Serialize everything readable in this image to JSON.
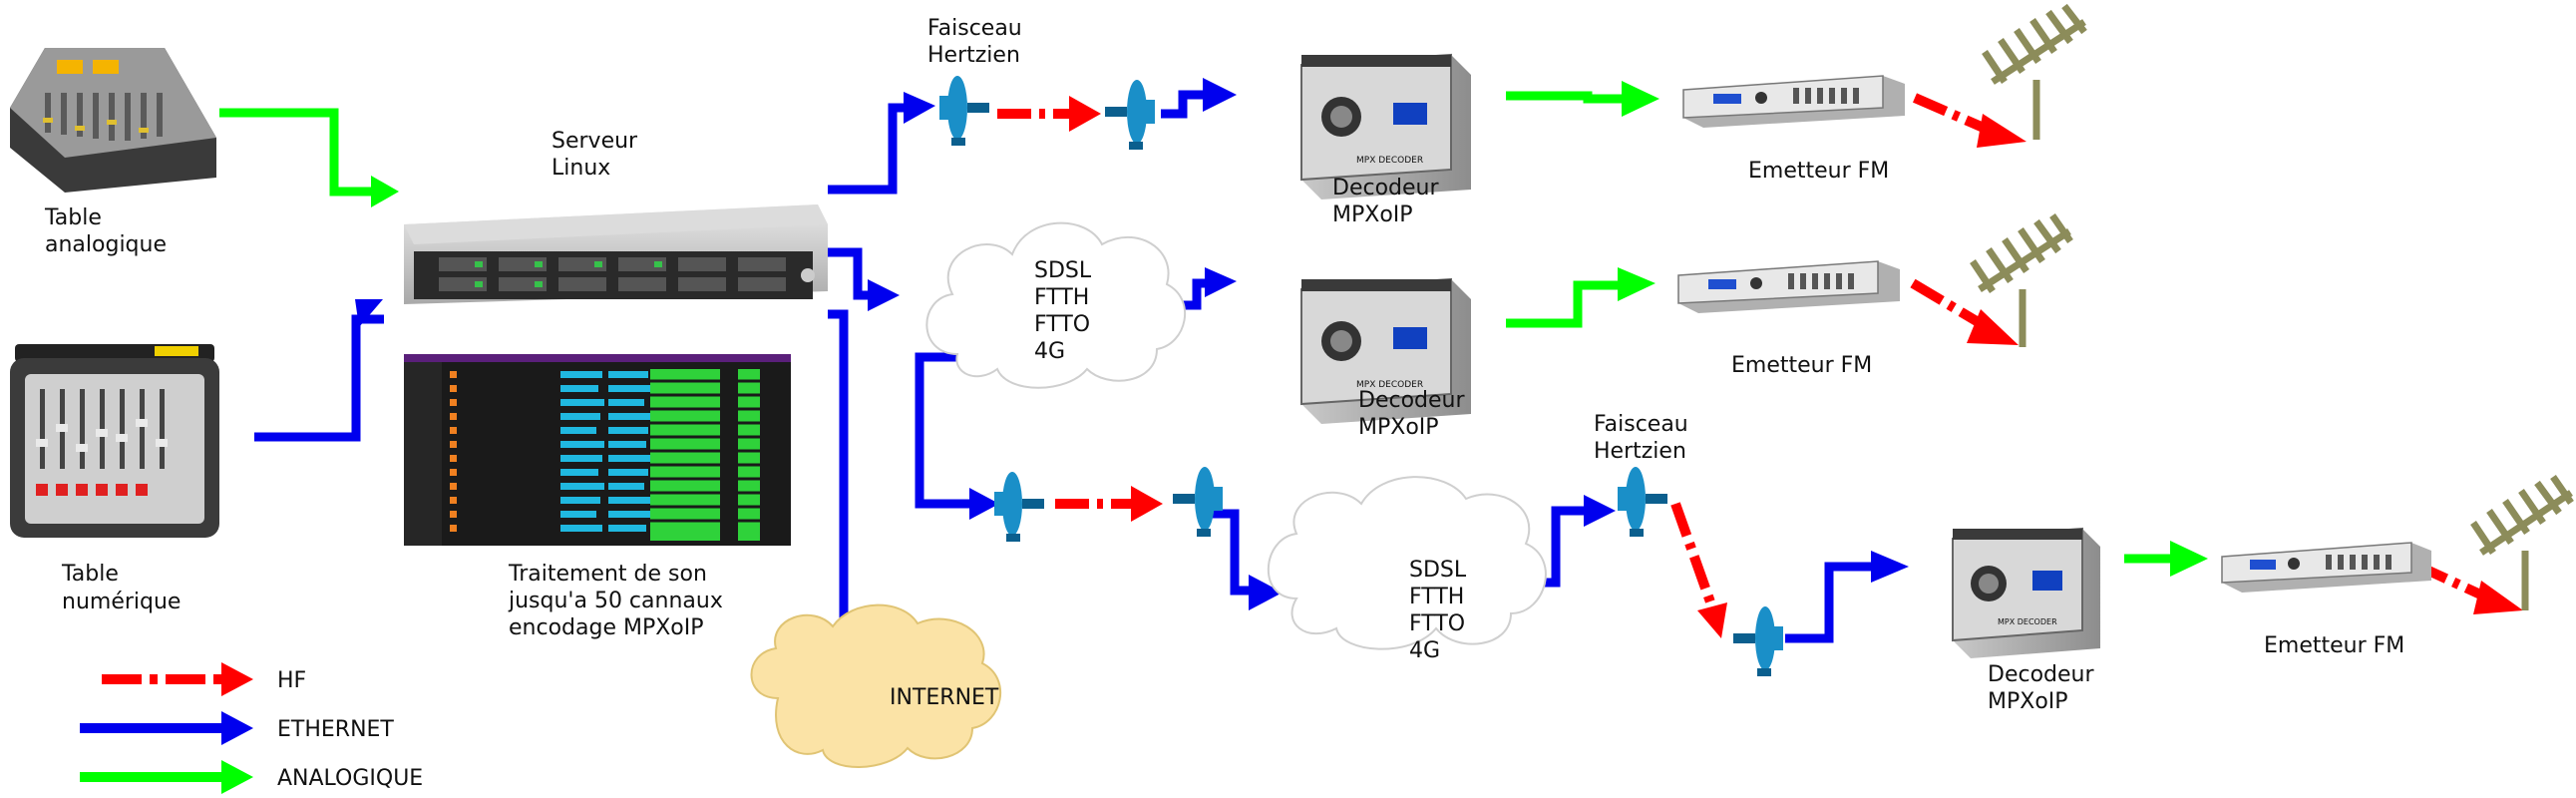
{
  "colors": {
    "hf": "#ff0000",
    "ethernet": "#0000ee",
    "analog": "#00ff00",
    "dish": "#1a8fc8",
    "dish_dark": "#0b5f8e",
    "cloud_internet_fill": "#fbe3a6",
    "cloud_internet_stroke": "#e0c474",
    "cloud_stroke": "#cfcfcf",
    "antenna": "#8c8c5a"
  },
  "labels": {
    "table_analog": [
      "Table",
      "analogique"
    ],
    "table_digital": [
      "Table",
      "numérique"
    ],
    "server": [
      "Serveur",
      "Linux"
    ],
    "processing": [
      "Traitement de son",
      "jusqu'a 50 cannaux",
      "encodage MPXoIP"
    ],
    "link_top": [
      "Faisceau",
      "Hertzien"
    ],
    "link_bottom": [
      "Faisceau",
      "Hertzien"
    ],
    "sdsl_top": [
      "SDSL",
      "FTTH",
      "FTTO",
      "4G"
    ],
    "sdsl_bottom": [
      "SDSL",
      "FTTH",
      "FTTO",
      "4G"
    ],
    "internet": "INTERNET",
    "decoder_1": [
      "Decodeur",
      "MPXoIP"
    ],
    "decoder_2": [
      "Decodeur",
      "MPXoIP"
    ],
    "decoder_3": [
      "Decodeur",
      "MPXoIP"
    ],
    "emitter_1": "Emetteur FM",
    "emitter_2": "Emetteur FM",
    "emitter_3": "Emetteur FM",
    "decoder_device_text": "MPX DECODER"
  },
  "legend": [
    {
      "label": "HF",
      "kind": "hf"
    },
    {
      "label": "ETHERNET",
      "kind": "ethernet"
    },
    {
      "label": "ANALOGIQUE",
      "kind": "analog"
    }
  ]
}
